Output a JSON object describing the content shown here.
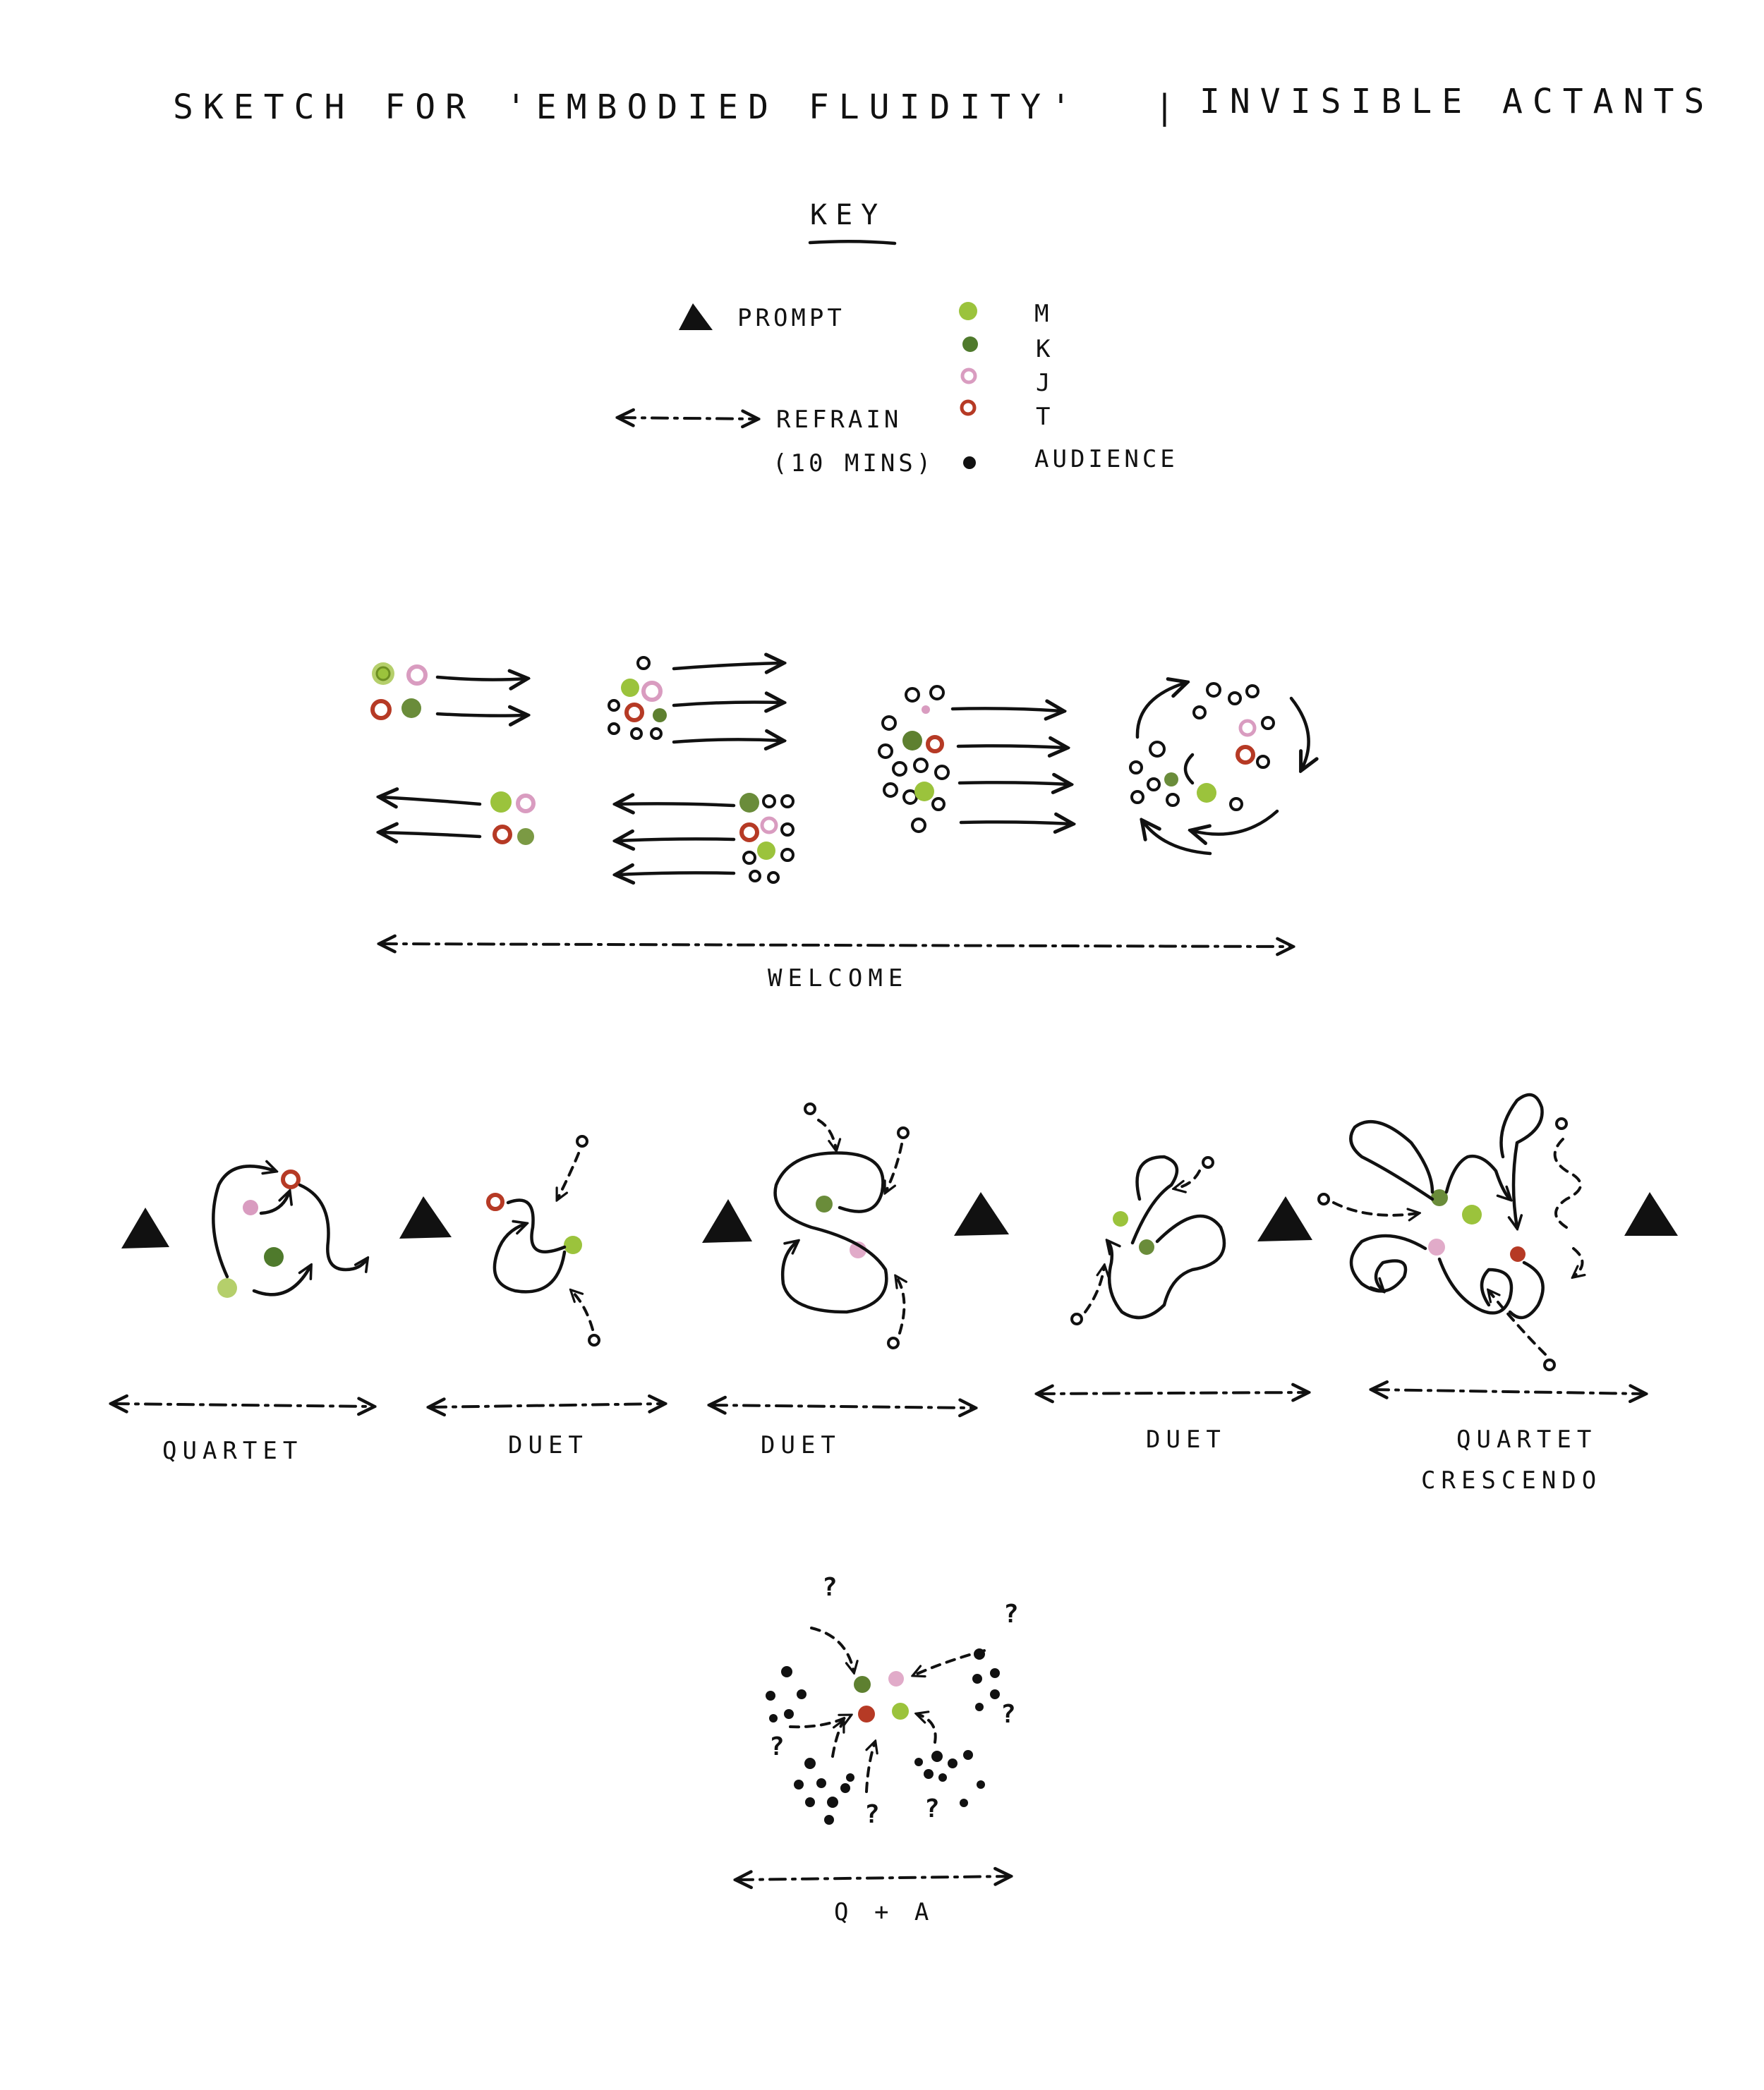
{
  "title": {
    "main": "SKETCH FOR 'EMBODIED FLUIDITY'",
    "separator": "|",
    "sub": "INVISIBLE ACTANTS"
  },
  "key": {
    "heading": "KEY",
    "prompt_label": "PROMPT",
    "refrain_label": "REFRAIN",
    "refrain_duration": "(10 MINS)",
    "performers": [
      {
        "label": "M",
        "color": "#9bc33c"
      },
      {
        "label": "K",
        "color": "#4f7a2c"
      },
      {
        "label": "J",
        "color": "#d99cc0"
      },
      {
        "label": "T",
        "color": "#b63a25"
      }
    ],
    "audience_label": "AUDIENCE"
  },
  "sections": {
    "welcome": "WELCOME",
    "stages": [
      "QUARTET",
      "DUET",
      "DUET",
      "DUET",
      "QUARTET CRESCENDO"
    ],
    "finale": "Q + A"
  },
  "question_mark": "?"
}
